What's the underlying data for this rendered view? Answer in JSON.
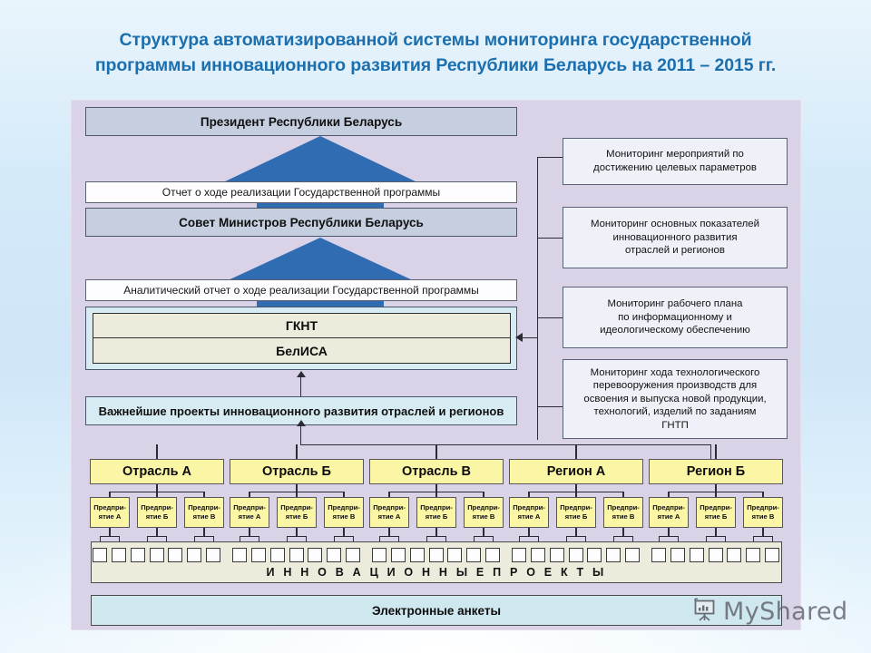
{
  "title": {
    "line1": "Структура автоматизированной системы мониторинга государственной",
    "line2": "программы инновационного развития Республики Беларусь на 2011 – 2015 гг.",
    "color": "#1c6fae"
  },
  "colors": {
    "panel_bg": "#dad2e6",
    "node_blue_grey": "#c6cfdf",
    "cyan": "#d6ecf2",
    "cream": "#ecebdc",
    "yellow": "#fbf5a6",
    "monitor_box": "#eef1f8",
    "arrow_blue": "#2f6cb2",
    "line": "#2b2b38",
    "page_bg": "#d4eaf9"
  },
  "hierarchy": {
    "president": "Президент Республики Беларусь",
    "report_top": "Отчет о ходе реализации Государственной программы",
    "council": "Совет Министров Республики Беларусь",
    "report_analytic": "Аналитический отчет о ходе реализации Государственной программы",
    "gknt": "ГКНТ",
    "belisa": "БелИСА",
    "key_projects": "Важнейшие проекты инновационного развития отраслей и регионов"
  },
  "monitoring": [
    "Мониторинг мероприятий по достижению целевых параметров",
    "Мониторинг основных показателей инновационного развития отраслей и регионов",
    "Мониторинг рабочего плана по информационному и идеологическому обеспечению",
    "Мониторинг хода технологического перевооружения производств для освоения и выпуска новой продукции, технологий, изделий по заданиям ГНТП"
  ],
  "monitoring_lines": [
    [
      "Мониторинг мероприятий по",
      "достижению целевых параметров"
    ],
    [
      "Мониторинг основных показателей",
      "инновационного развития",
      "отраслей и регионов"
    ],
    [
      "Мониторинг рабочего плана",
      "по информационному и",
      "идеологическому обеспечению"
    ],
    [
      "Мониторинг хода технологического",
      "перевооружения производств для",
      "освоения и выпуска новой продукции,",
      "технологий, изделий по заданиям",
      "ГНТП"
    ]
  ],
  "groups": [
    {
      "title": "Отрасль А",
      "type": "sector",
      "enterprises": [
        [
          "Предпри-",
          "ятие А"
        ],
        [
          "Предпри-",
          "ятие Б"
        ],
        [
          "Предпри-",
          "ятие В"
        ]
      ]
    },
    {
      "title": "Отрасль Б",
      "type": "sector",
      "enterprises": [
        [
          "Предпри-",
          "ятие А"
        ],
        [
          "Предпри-",
          "ятие Б"
        ],
        [
          "Предпри-",
          "ятие В"
        ]
      ]
    },
    {
      "title": "Отрасль В",
      "type": "sector",
      "enterprises": [
        [
          "Предпри-",
          "ятие А"
        ],
        [
          "Предпри-",
          "ятие Б"
        ],
        [
          "Предпри-",
          "ятие В"
        ]
      ]
    },
    {
      "title": "Регион А",
      "type": "region",
      "enterprises": [
        [
          "Предпри-",
          "ятие А"
        ],
        [
          "Предпри-",
          "ятие Б"
        ],
        [
          "Предпри-",
          "ятие В"
        ]
      ]
    },
    {
      "title": "Регион Б",
      "type": "region",
      "enterprises": [
        [
          "Предпри-",
          "ятие А"
        ],
        [
          "Предпри-",
          "ятие Б"
        ],
        [
          "Предпри-",
          "ятие В"
        ]
      ]
    }
  ],
  "bottom": {
    "projects_band": "И Н Н О В А Ц И О Н Н Ы Е   П Р О Е К Т Ы",
    "projects_per_group": 7,
    "anketi": "Электронные анкеты"
  },
  "watermark": {
    "text": "MyShared",
    "icon": "presentation-board-icon"
  }
}
